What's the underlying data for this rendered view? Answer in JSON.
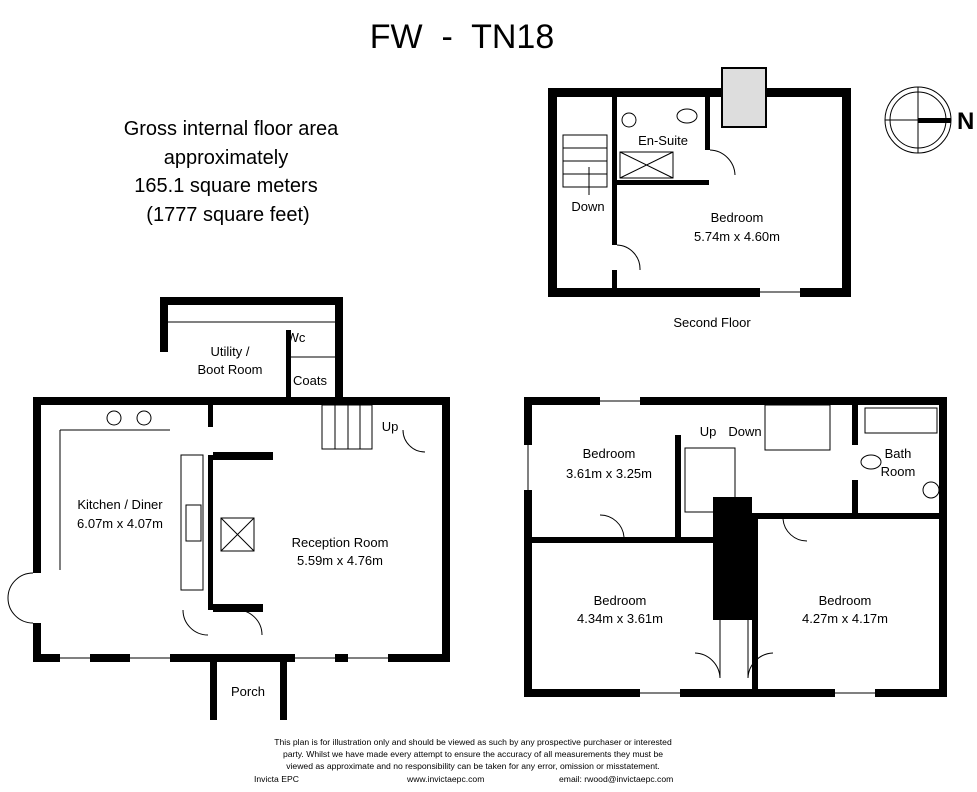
{
  "title": "FW  -  TN18",
  "area_note": [
    "Gross internal floor area",
    "approximately",
    "165.1 square meters",
    "(1777 square feet)"
  ],
  "compass": {
    "label": "N"
  },
  "second_floor": {
    "caption": "Second Floor",
    "rooms": {
      "ensuite": "En-Suite",
      "stairs": "Down",
      "bedroom_name": "Bedroom",
      "bedroom_size": "5.74m x 4.60m"
    }
  },
  "ground_floor": {
    "utility": [
      "Utility /",
      "Boot Room"
    ],
    "wc": "Wc",
    "coats": "Coats",
    "stairs": "Up",
    "kitchen_name": "Kitchen / Diner",
    "kitchen_size": "6.07m x 4.07m",
    "reception_name": "Reception Room",
    "reception_size": "5.59m x 4.76m",
    "porch": "Porch"
  },
  "first_floor": {
    "bed1_name": "Bedroom",
    "bed1_size": "3.61m x 3.25m",
    "up": "Up",
    "down": "Down",
    "bath": [
      "Bath",
      "Room"
    ],
    "bed2_name": "Bedroom",
    "bed2_size": "4.34m x 3.61m",
    "bed3_name": "Bedroom",
    "bed3_size": "4.27m x 4.17m"
  },
  "disclaimer": [
    "This plan is for illustration only and should be viewed as such by any prospective purchaser or interested",
    "party. Whilst we have made every attempt to ensure the accuracy of all measurements they must be",
    "viewed as approximate and no responsibility can be taken for any error, omission or misstatement."
  ],
  "footer": {
    "company": "Invicta EPC",
    "website": "www.invictaepc.com",
    "email": "email: rwood@invictaepc.com"
  }
}
